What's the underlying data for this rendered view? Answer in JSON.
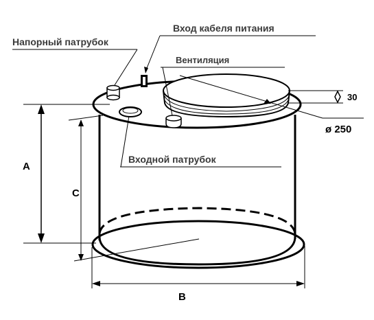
{
  "labels": {
    "pressure_pipe": "Напорный патрубок",
    "power_cable": "Вход кабеля питания",
    "ventilation": "Вентиляция",
    "inlet_pipe": "Входной патрубок",
    "lid_height": "30",
    "lid_diameter": "ø 250"
  },
  "dimensions": {
    "a": "A",
    "b": "B",
    "c": "C"
  }
}
